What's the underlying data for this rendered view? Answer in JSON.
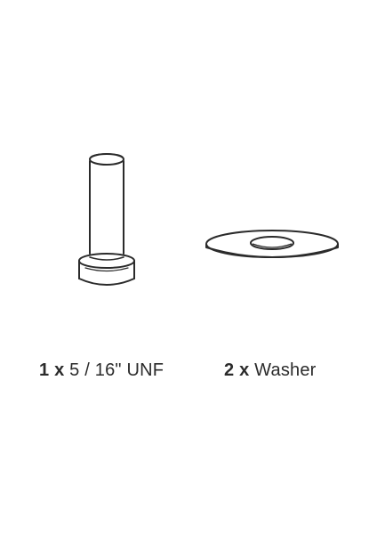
{
  "parts": [
    {
      "id": "screw",
      "quantity": "1 x",
      "name": "5 / 16\" UNF",
      "icon": "screw-icon"
    },
    {
      "id": "washer",
      "quantity": "2 x",
      "name": "Washer",
      "icon": "washer-icon"
    }
  ],
  "colors": {
    "line": "#2b2b2b",
    "background": "#ffffff"
  }
}
